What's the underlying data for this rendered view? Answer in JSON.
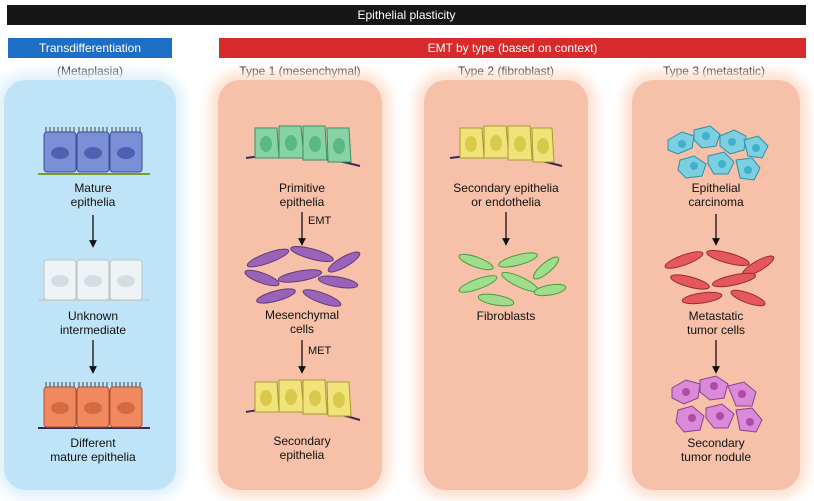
{
  "header": {
    "title": "Epithelial plasticity"
  },
  "sections": {
    "transdifferentiation": {
      "label": "Transdifferentiation",
      "sublabel": "(Metaplasia)"
    },
    "emt": {
      "label": "EMT by type (based on context)"
    }
  },
  "columns": {
    "trans": {
      "labels": [
        "Mature\nepithelia",
        "Unknown\nintermediate",
        "Different\nmature epithelia"
      ]
    },
    "type1": {
      "title": "Type 1 (mesenchymal)",
      "labels": [
        "Primitive\nepithelia",
        "Mesenchymal\ncells",
        "Secondary\nepithelia"
      ],
      "transitions": [
        "EMT",
        "MET"
      ]
    },
    "type2": {
      "title": "Type 2 (fibroblast)",
      "labels": [
        "Secondary epithelia\nor endothelia",
        "Fibroblasts"
      ]
    },
    "type3": {
      "title": "Type 3 (metastatic)",
      "labels": [
        "Epithelial\ncarcinoma",
        "Metastatic\ntumor cells",
        "Secondary\ntumor nodule"
      ]
    }
  },
  "colors": {
    "header_bar": "#161616",
    "trans_bar": "#1d6fc5",
    "emt_bar": "#d8292b",
    "blue_panel": "#bfe3f7",
    "red_panel": "#f6c1a8",
    "blue_cells": "#7b8fd6",
    "white_cells": "#e4eef2",
    "orange_cells": "#f0895f",
    "green_cells": "#86d3a4",
    "purple_cells": "#9a63b8",
    "yellow_cells": "#efe37a",
    "lightgreen_cells": "#9ddd8c",
    "cyan_cells": "#7ccfe0",
    "red_cells": "#e4575f",
    "pink_cells": "#d98ad8"
  }
}
